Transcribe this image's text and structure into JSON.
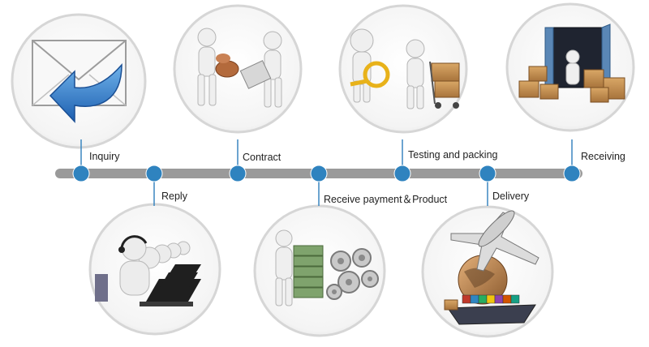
{
  "colors": {
    "timeline": "#9a9a9a",
    "node": "#2f83bf",
    "connector": "#3a86c0",
    "circle_ring": "#d6d6d6",
    "label_text": "#222222"
  },
  "steps": [
    {
      "label": "Inquiry",
      "position": "top",
      "icon": "envelope-reply-arrow-icon"
    },
    {
      "label": "Reply",
      "position": "bottom",
      "icon": "customer-service-headset-icon"
    },
    {
      "label": "Contract",
      "position": "top",
      "icon": "signing-contract-icon"
    },
    {
      "label": "Receive payment＆Product",
      "position": "bottom",
      "icon": "money-and-gears-icon"
    },
    {
      "label": "Testing and packing",
      "position": "top",
      "icon": "magnifier-inspection-cart-icon"
    },
    {
      "label": "Delivery",
      "position": "bottom",
      "icon": "plane-globe-ship-icon"
    },
    {
      "label": "Receiving",
      "position": "top",
      "icon": "container-boxes-icon"
    }
  ]
}
